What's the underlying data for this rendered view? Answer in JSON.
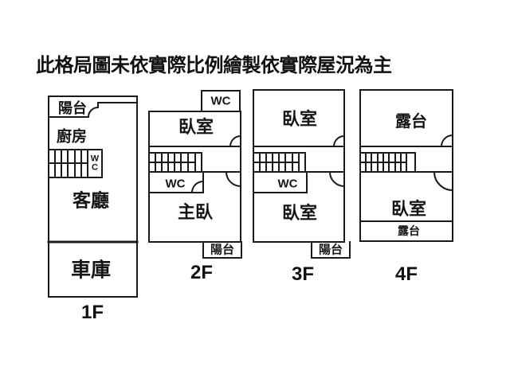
{
  "title": "此格局圖未依實際比例繪製依實際屋況為主",
  "colors": {
    "line": "#1a1a1a",
    "background": "#ffffff",
    "text": "#111111"
  },
  "floors": {
    "f1": {
      "label": "1F",
      "balcony": "陽台",
      "kitchen": "廚房",
      "wc_w": "W",
      "wc_c": "C",
      "living": "客廳",
      "garage": "車庫"
    },
    "f2": {
      "label": "2F",
      "wc_top": "WC",
      "bedroom": "臥室",
      "wc": "WC",
      "master": "主臥",
      "balcony": "陽台"
    },
    "f3": {
      "label": "3F",
      "bedroom_top": "臥室",
      "wc": "WC",
      "bedroom_bottom": "臥室",
      "balcony": "陽台"
    },
    "f4": {
      "label": "4F",
      "terrace_top": "露台",
      "bedroom": "臥室",
      "terrace_bottom": "露台"
    }
  }
}
